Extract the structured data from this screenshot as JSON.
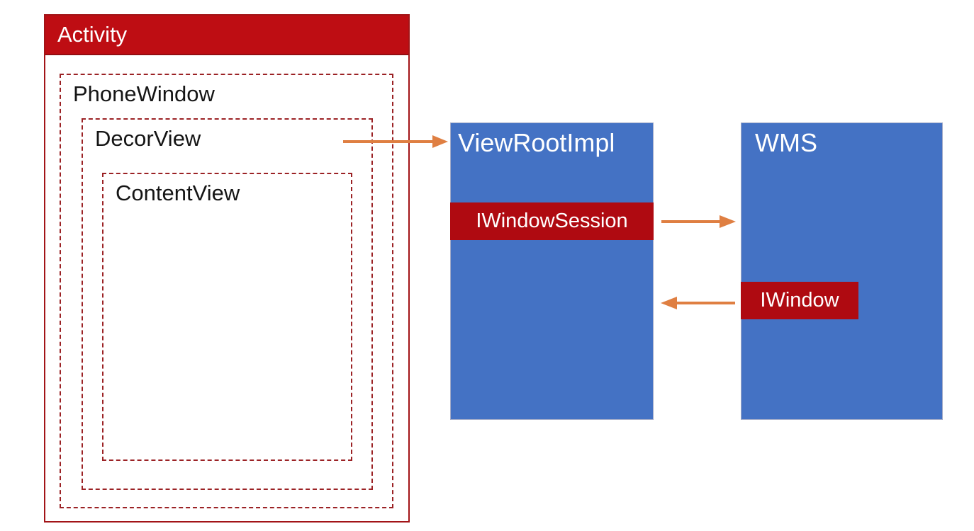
{
  "colors": {
    "box_blue": "#4472C4",
    "activity_header_red": "#BE0D13",
    "interface_band_red": "#AF0A11",
    "outer_border_red": "#A21417",
    "dashed_border_red": "#9B2225",
    "arrow_orange": "#DF7F42"
  },
  "activity": {
    "title": "Activity",
    "phone_window_label": "PhoneWindow",
    "decor_view_label": "DecorView",
    "content_view_label": "ContentView"
  },
  "view_root_impl": {
    "title": "ViewRootImpl",
    "interface_label": "IWindowSession"
  },
  "wms": {
    "title": "WMS",
    "interface_label": "IWindow"
  }
}
